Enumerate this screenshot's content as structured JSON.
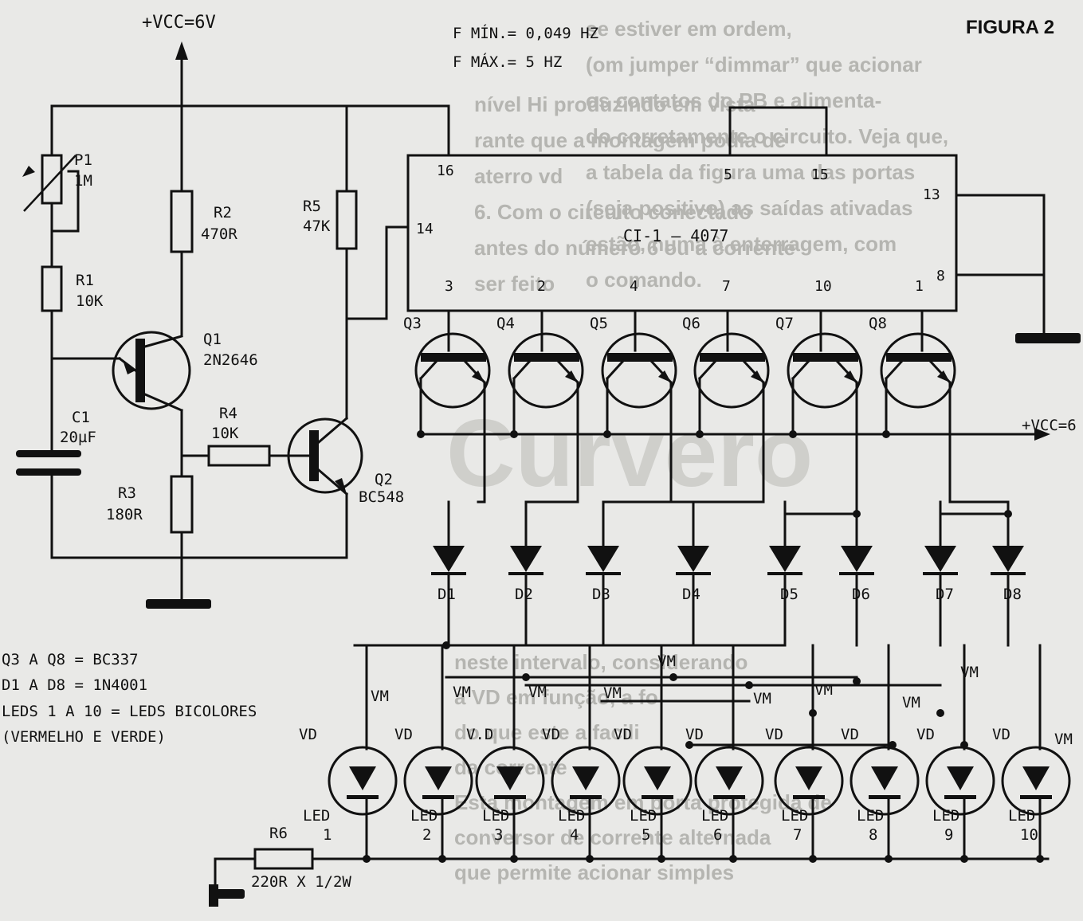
{
  "figure_label": "FIGURA 2",
  "supply_top": "+VCC=6V",
  "supply_right": "+VCC=6",
  "freq_min": "F MÍN.= 0,049 HZ",
  "freq_max": "F MÁX.= 5 HZ",
  "ic": {
    "name": "CI-1 — 4077",
    "pins": [
      "16",
      "14",
      "5",
      "15",
      "13",
      "8",
      "3",
      "2",
      "4",
      "7",
      "10",
      "1"
    ]
  },
  "components": {
    "p1": [
      "P1",
      "1M"
    ],
    "r1": [
      "R1",
      "10K"
    ],
    "r2": [
      "R2",
      "470R"
    ],
    "r3": [
      "R3",
      "180R"
    ],
    "r4": [
      "R4",
      "10K"
    ],
    "r5": [
      "R5",
      "47K"
    ],
    "r6": [
      "R6",
      "220R X 1/2W"
    ],
    "c1": [
      "C1",
      "20µF"
    ],
    "q1": [
      "Q1",
      "2N2646"
    ],
    "q2": [
      "Q2",
      "BC548"
    ]
  },
  "transistors": [
    "Q3",
    "Q4",
    "Q5",
    "Q6",
    "Q7",
    "Q8"
  ],
  "diodes": [
    "D1",
    "D2",
    "D3",
    "D4",
    "D5",
    "D6",
    "D7",
    "D8"
  ],
  "leds": [
    "1",
    "2",
    "3",
    "4",
    "5",
    "6",
    "7",
    "8",
    "9",
    "10"
  ],
  "led_word": "LED",
  "color_vm": "VM",
  "color_vd": "VD",
  "color_vd_alt": "V.D",
  "notes": [
    "Q3 A Q8 = BC337",
    "D1 A D8 = 1N4001",
    "LEDS 1 A 10 = LEDS BICOLORES",
    "(VERMELHO E VERDE)"
  ],
  "background_text": {
    "right_column": [
      "se estiver em ordem,",
      "(om jumper “dimmar” que acionar",
      "os contatos do PB e alimenta-",
      "do corretamente o circuito. Veja que,",
      "a tabela da figura uma das portas",
      "(seja positivo) as saídas ativadas",
      "estão, numa à enterragem, com",
      "o comando."
    ],
    "middle_column": [
      "nível Hi produzindo em vista",
      "rante que a montagem podia de",
      "aterro vd",
      "6. Com o circuito conectado",
      "antes do número 6 ou a corrente",
      "ser feito"
    ],
    "bottom_column": [
      "neste intervalo, considerando",
      "a VD em função, a fo",
      "do que este a facili",
      "da corrente",
      "Esta montagem em porta protegida de",
      "conversor de corrente alternada",
      "que permite acionar simples"
    ],
    "watermark": "Curvero"
  }
}
